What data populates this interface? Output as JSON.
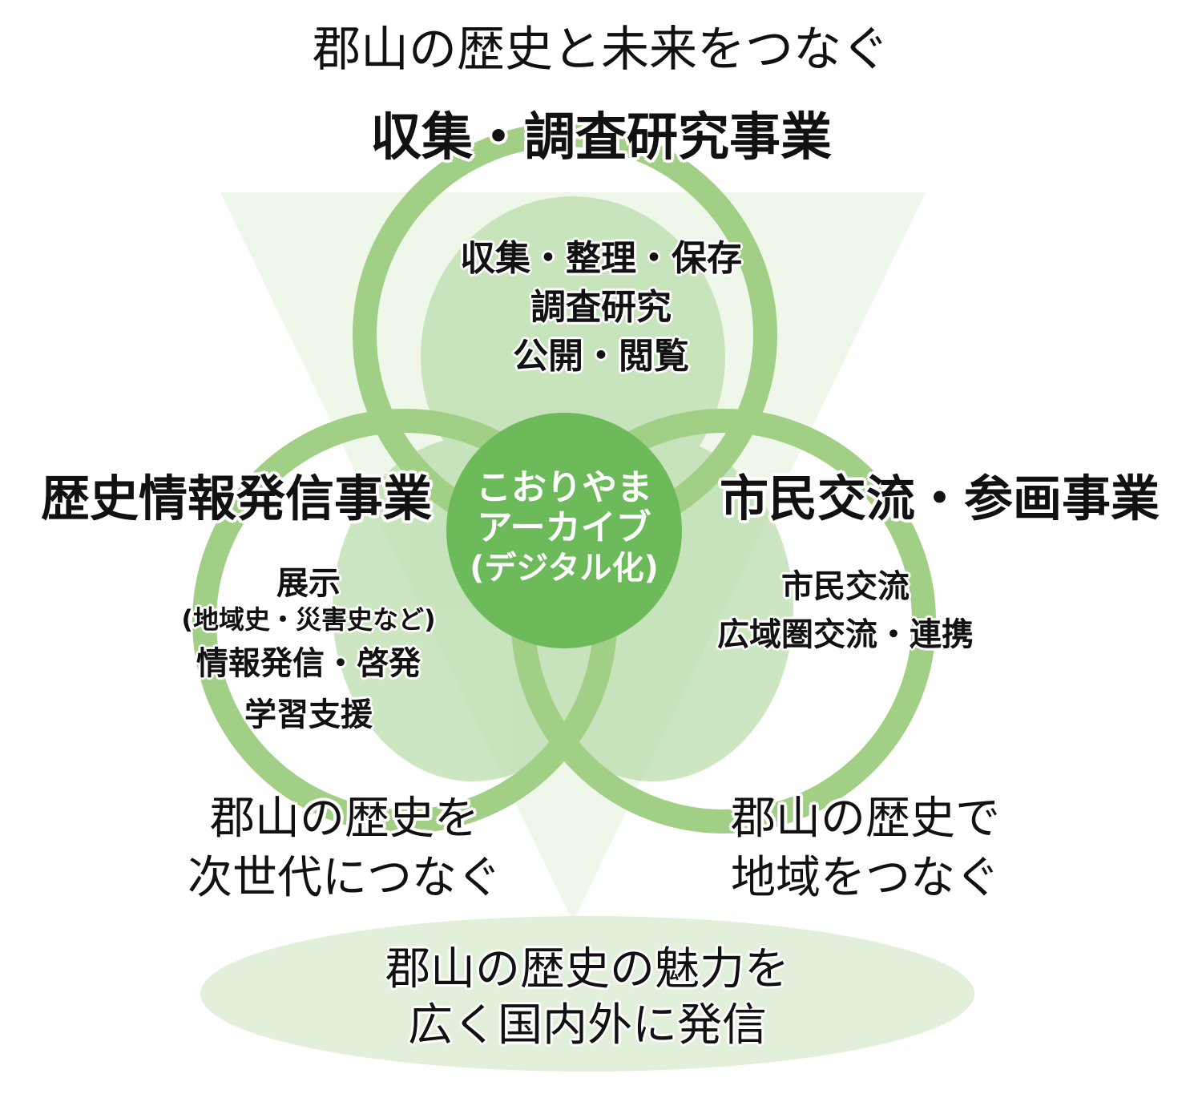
{
  "top_slogan": "郡山の歴史と未来をつなぐ",
  "top_heading": "収集・調査研究事業",
  "top_items": [
    "収集・整理・保存",
    "調査研究",
    "公開・閲覧"
  ],
  "left_heading": "歴史情報発信事業",
  "left_items": [
    "展示",
    "(地域史・災害史など)",
    "情報発信・啓発",
    "学習支援"
  ],
  "right_heading": "市民交流・参画事業",
  "right_items": [
    "市民交流",
    "広域圏交流・連携"
  ],
  "center": [
    "こおりやま",
    "アーカイブ",
    "(デジタル化)"
  ],
  "bottom_left_slogan": [
    "郡山の歴史を",
    "次世代につなぐ"
  ],
  "bottom_right_slogan": [
    "郡山の歴史で",
    "地域をつなぐ"
  ],
  "bottom_slogan": [
    "郡山の歴史の魅力を",
    "広く国内外に発信"
  ],
  "colors": {
    "ring": "#a2cf86",
    "lobe": "#b9dcab",
    "triangle": "#eef7ea",
    "ellipse": "#e2efdb",
    "center": "#6cba5a",
    "center_text": "#ffffff",
    "text": "#111111"
  }
}
